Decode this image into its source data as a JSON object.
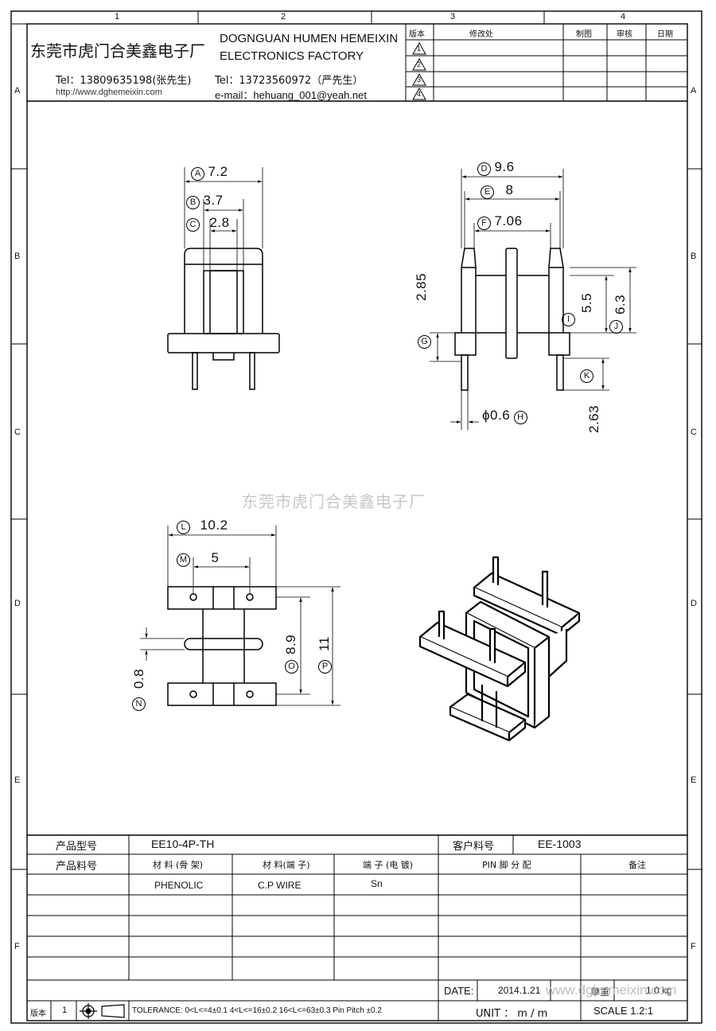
{
  "header": {
    "company_cn": "东莞市虎门合美鑫电子厂",
    "company_en_1": "DOGNGUAN HUMEN HEMEIXIN",
    "company_en_2": "ELECTRONICS FACTORY",
    "tel_1": "Tel：13809635198(张先生)",
    "website": "http://www.dghemeixin.com",
    "tel_2": "Tel：13723560972（严先生）",
    "email": "e-mail：hehuang_001@yeah.net",
    "rev_label": "版本",
    "change_label": "修改处",
    "drawn_label": "制图",
    "check_label": "审核",
    "date_label": "日期",
    "rev_marks": [
      "1",
      "2",
      "3",
      "4"
    ]
  },
  "frame": {
    "columns": [
      "1",
      "2",
      "3",
      "4"
    ],
    "rows": [
      "A",
      "B",
      "C",
      "D",
      "E",
      "F"
    ]
  },
  "dimensions": {
    "A": "7.2",
    "B": "3.7",
    "C": "2.8",
    "D": "9.6",
    "E": "8",
    "F": "7.06",
    "G": "2.85",
    "H": "ϕ0.6",
    "I": "5.5",
    "J": "6.3",
    "K": "2.63",
    "L": "10.2",
    "M": "5",
    "N": "0.8",
    "O": "8.9",
    "P": "11",
    "labels": [
      "A",
      "B",
      "C",
      "D",
      "E",
      "F",
      "G",
      "H",
      "I",
      "J",
      "K",
      "L",
      "M",
      "N",
      "O",
      "P"
    ]
  },
  "watermark": "东莞市虎门合美鑫电子厂",
  "watermark_url": "www.dghemeixin.com",
  "table": {
    "product_model_label": "产品型号",
    "product_model": "EE10-4P-TH",
    "customer_no_label": "客户料号",
    "customer_no": "EE-1003",
    "product_no_label": "产品料号",
    "material_bobbin_label": "材 料 (骨 架)",
    "material_pin_label": "材 料(端 子)",
    "plating_label": "端 子 (电 镀)",
    "pin_label": "PIN 脚 分 配",
    "remark_label": "备注",
    "material_bobbin": "PHENOLIC",
    "material_pin": "C.P WIRE",
    "plating": "Sn",
    "date_label": "DATE:",
    "date_value": "2014.1.21",
    "weight_label": "单重",
    "weight_value": "1.0 kg",
    "rev_label": "版本",
    "rev_value": "1",
    "tolerance": "TOLERANCE:  0<L<=4±0.1  4<L<=16±0.2  16<L<=63±0.3  Pin Pitch  ±0.2",
    "unit": "UNIT ： m / m",
    "scale": "SCALE  1.2:1"
  }
}
